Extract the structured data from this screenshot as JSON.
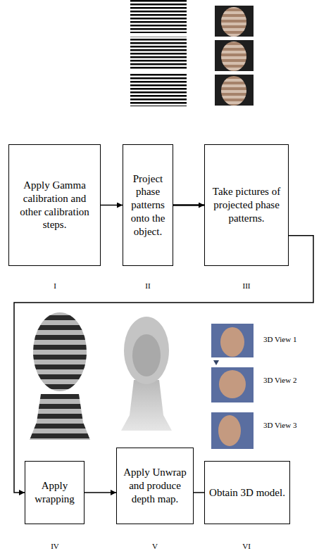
{
  "diagram": {
    "nodes": [
      {
        "text": [
          "Apply Gamma calibration and other calibration steps."
        ]
      },
      {
        "text": [
          "Project phase patterns onto the object."
        ]
      },
      {
        "text": [
          "Take pictures of projected phase patterns."
        ]
      },
      {
        "text": [
          "Apply wrapping"
        ]
      },
      {
        "text": [
          "Apply Unwrap and produce depth map."
        ]
      },
      {
        "text": [
          "Obtain 3D model."
        ]
      }
    ],
    "edges": [
      {
        "from": 0,
        "to": 1,
        "arrow": "to"
      },
      {
        "from": 1,
        "to": 2,
        "arrow": "to"
      },
      {
        "from": 2,
        "to": 3,
        "arrow": "to"
      },
      {
        "from": 3,
        "to": 4,
        "arrow": "to"
      },
      {
        "from": 4,
        "to": 5,
        "arrow": "none"
      }
    ],
    "labels": [
      "I",
      "II",
      "III",
      "IV",
      "V",
      "VI",
      "3D View 1",
      "3D View 2",
      "3D View 3"
    ]
  }
}
